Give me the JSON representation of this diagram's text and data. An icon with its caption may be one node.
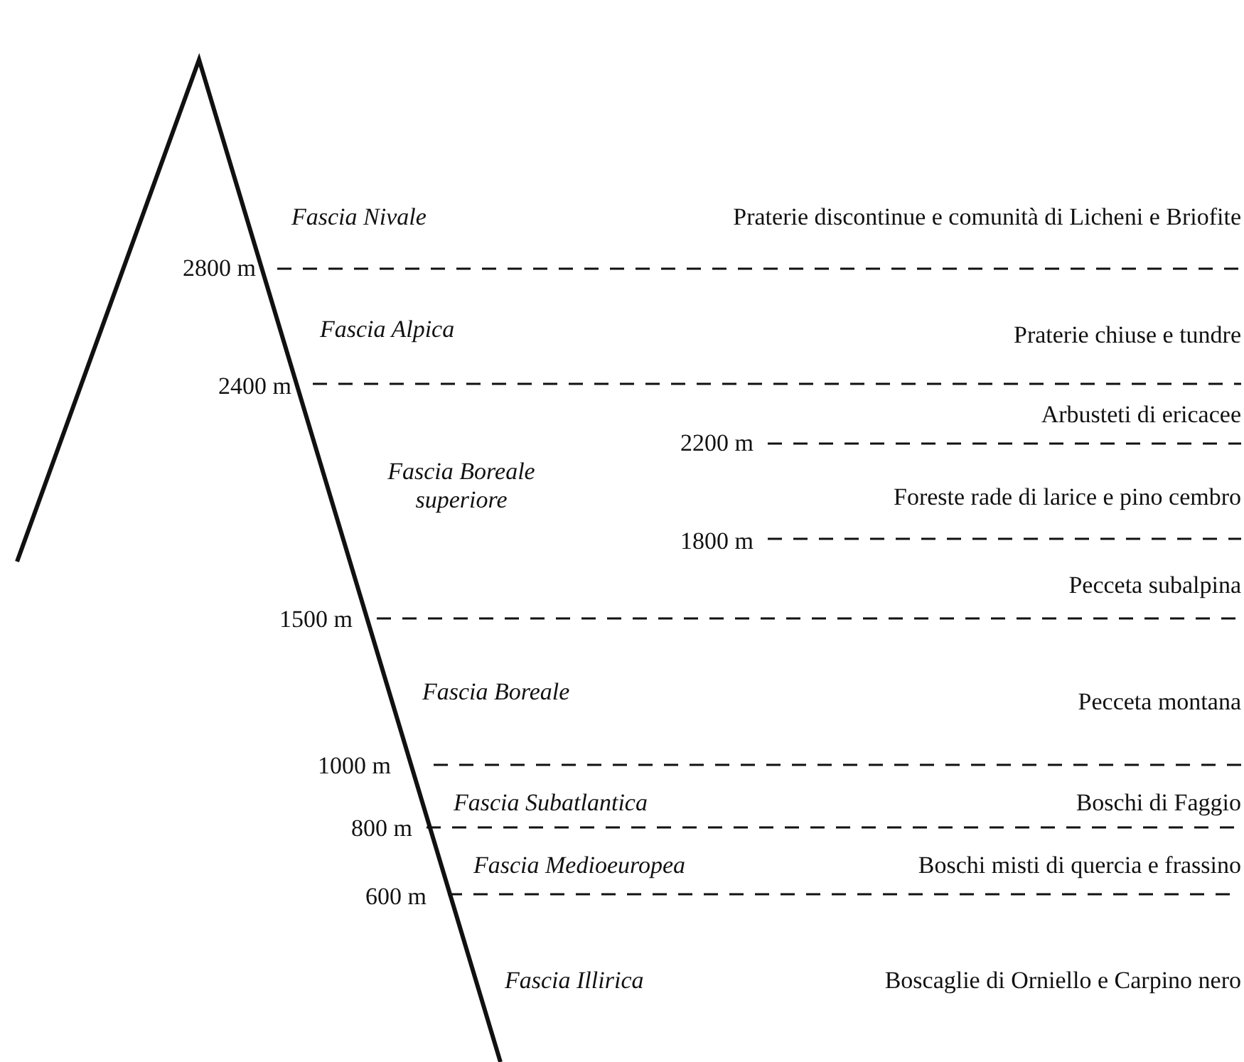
{
  "diagram": {
    "labels": [
      "Fascia Nivale",
      "Praterie discontinue e comunità di Licheni e Briofite",
      "2800 m",
      "Fascia Alpica",
      "Praterie chiuse e tundre",
      "2400 m",
      "Arbusteti di ericacee",
      "2200 m",
      "Fascia Boreale superiore",
      "Foreste rade di larice e pino cembro",
      "1800 m",
      "Pecceta subalpina",
      "1500 m",
      "Fascia Boreale",
      "Pecceta montana",
      "1000 m",
      "Fascia Subatlantica",
      "Boschi di Faggio",
      "800 m",
      "Fascia Medioeuropea",
      "Boschi misti di quercia e frassino",
      "600 m",
      "Fascia Illirica",
      "Boscaglie di Orniello e Carpino nero"
    ]
  }
}
